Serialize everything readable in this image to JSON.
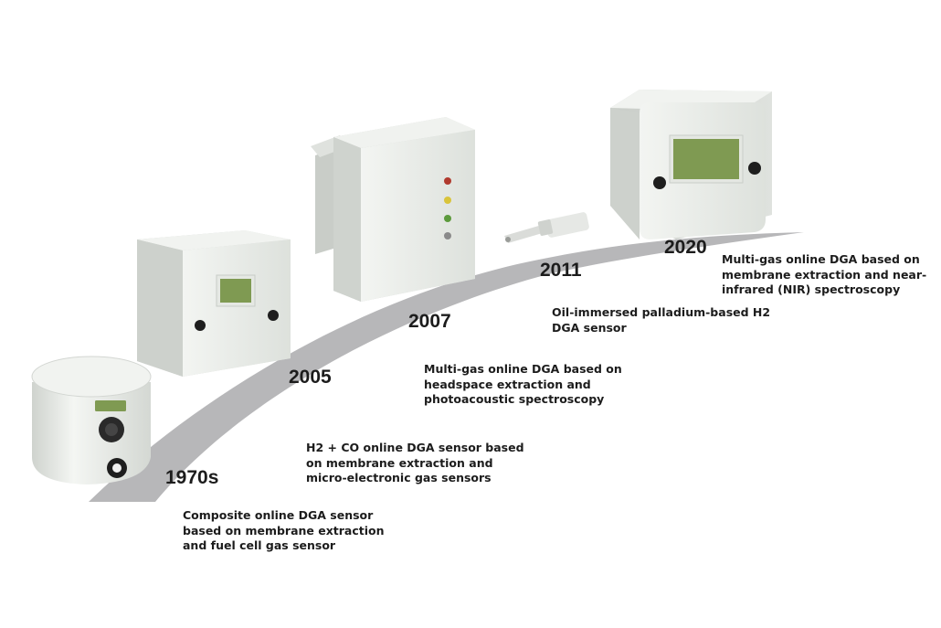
{
  "milestones": [
    {
      "year": "1970s",
      "device": "cylindrical-sensor",
      "lines": [
        "Composite online DGA sensor",
        "based on membrane extraction",
        "and fuel cell gas sensor"
      ]
    },
    {
      "year": "2005",
      "device": "small-box-monitor",
      "lines": [
        "H2 + CO online DGA sensor based",
        "on membrane extraction and",
        "micro-electronic gas sensors"
      ]
    },
    {
      "year": "2007",
      "device": "cabinet-monitor",
      "lines": [
        "Multi-gas online DGA based on",
        "headspace extraction and",
        "photoacoustic spectroscopy"
      ]
    },
    {
      "year": "2011",
      "device": "probe-sensor",
      "lines": [
        "Oil-immersed palladium-based H2",
        "DGA sensor"
      ]
    },
    {
      "year": "2020",
      "device": "large-box-monitor",
      "lines": [
        "Multi-gas online DGA based on",
        "membrane extraction and near-",
        "infrared (NIR) spectroscopy"
      ]
    }
  ],
  "colors": {
    "ribbon": "#b7b7b9",
    "device_body": "#e8ebe7",
    "device_shade": "#d3d7d2",
    "screen": "#7f9a52",
    "knob": "#1e1e1e",
    "led_red": "#b03a2e",
    "led_yellow": "#d9c43a",
    "led_green": "#5c9a3c",
    "led_grey": "#8a8a8a"
  }
}
